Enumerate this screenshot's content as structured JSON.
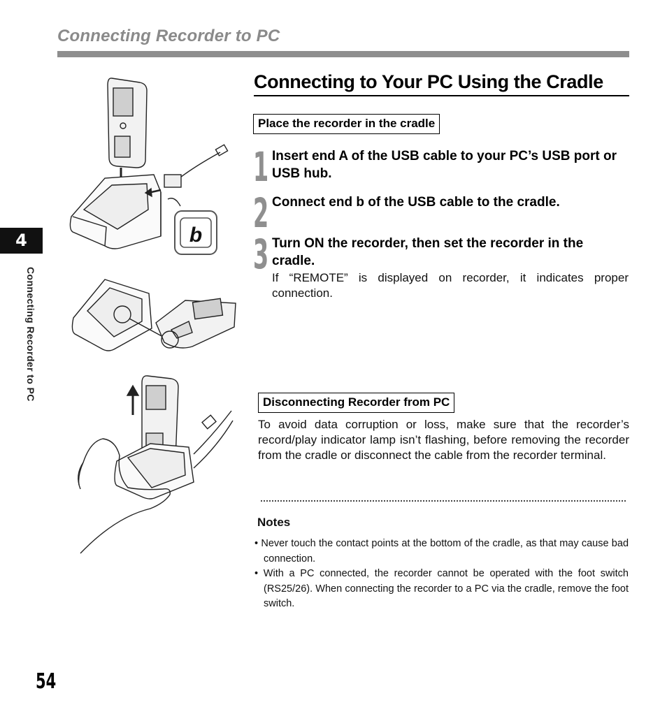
{
  "header": {
    "title": "Connecting Recorder to PC"
  },
  "chapter": {
    "number": "4",
    "label": "Connecting Recorder to PC"
  },
  "section": {
    "title": "Connecting to Your PC Using the Cradle"
  },
  "place_box": {
    "label": "Place the recorder in the cradle"
  },
  "steps": [
    {
      "num": "1",
      "text": "Insert end A of the USB cable to your PC’s USB port or USB hub."
    },
    {
      "num": "2",
      "text": "Connect end b of the USB cable to the cradle."
    },
    {
      "num": "3",
      "text": "Turn ON the recorder, then set the recorder in the cradle.",
      "note": "If “REMOTE” is displayed on recorder, it indicates proper connection."
    }
  ],
  "illustration": {
    "badge_letter": "b"
  },
  "disconnect": {
    "label": "Disconnecting Recorder from PC",
    "text": "To avoid data corruption or loss, make sure that the recorder’s record/play indicator lamp isn’t flashing, before removing the recorder from the cradle or disconnect the cable from the recorder terminal."
  },
  "notes": {
    "heading": "Notes",
    "items": [
      "Never touch the contact points at the bottom of the cradle, as that may cause bad connection.",
      "With a PC connected, the recorder cannot be operated with the foot switch (RS25/26). When connecting the recorder to a PC via the cradle, remove the foot switch."
    ]
  },
  "page_number": "54"
}
